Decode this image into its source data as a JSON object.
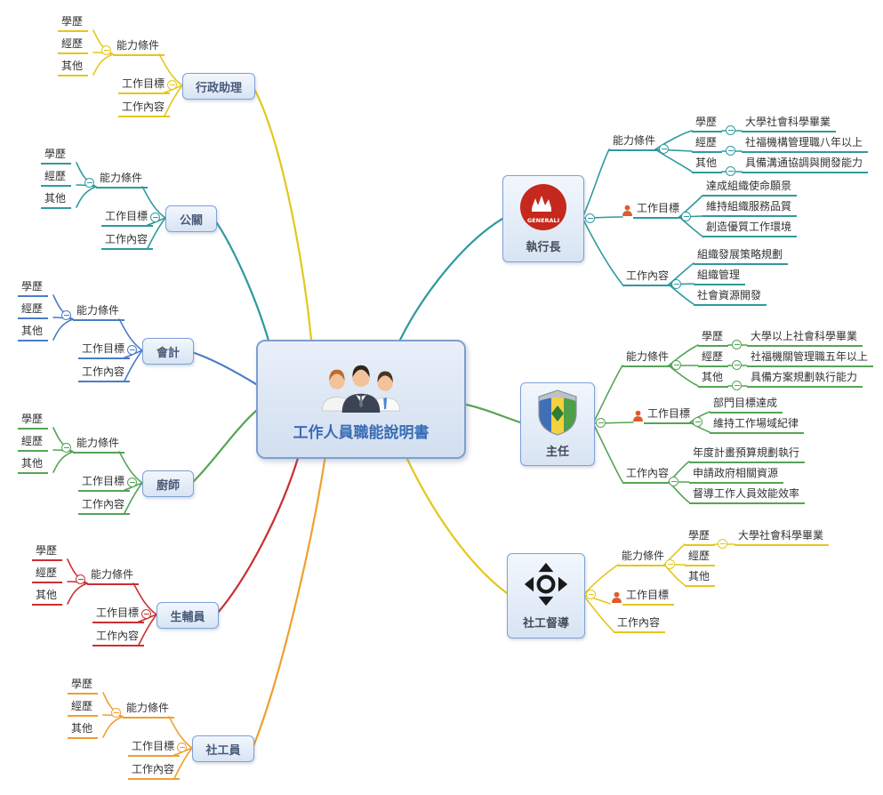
{
  "palette": {
    "yellow": "#e3c71c",
    "teal": "#2f9a9e",
    "blue": "#4a7cc7",
    "green": "#55a455",
    "red": "#cc2f2f",
    "orange": "#ef9f2f",
    "node-border": "#7da1d6",
    "title": "#3a6cb5",
    "text": "#333333",
    "person": "#e05a2b",
    "logo-red": "#c5281c"
  },
  "central": {
    "title": "工作人員職能說明書"
  },
  "labels": {
    "ability": "能力條件",
    "goal": "工作目標",
    "content": "工作內容",
    "edu": "學歷",
    "exp": "經歷",
    "other": "其他"
  },
  "jobs": {
    "admin": {
      "label": "行政助理"
    },
    "pr": {
      "label": "公關"
    },
    "accounting": {
      "label": "會計"
    },
    "chef": {
      "label": "廚師"
    },
    "counselor": {
      "label": "生輔員"
    },
    "social_worker": {
      "label": "社工員"
    },
    "ceo": {
      "label": "執行長",
      "logo_text": "GENERALI",
      "edu_value": "大學社會科學畢業",
      "exp_value": "社福機構管理職八年以上",
      "other_value": "具備溝通協調與開發能力",
      "goals": [
        "達成組織使命願景",
        "維持組織服務品質",
        "創造優質工作環境"
      ],
      "contents": [
        "組織發展策略規劃",
        "組織管理",
        "社會資源開發"
      ]
    },
    "director": {
      "label": "主任",
      "edu_value": "大學以上社會科學畢業",
      "exp_value": "社福機關管理職五年以上",
      "other_value": "具備方案規劃執行能力",
      "goals": [
        "部門目標達成",
        "維持工作場域紀律"
      ],
      "contents": [
        "年度計畫預算規劃執行",
        "申請政府相關資源",
        "督導工作人員效能效率"
      ]
    },
    "supervisor": {
      "label": "社工督導",
      "edu_value": "大學社會科學畢業"
    }
  }
}
